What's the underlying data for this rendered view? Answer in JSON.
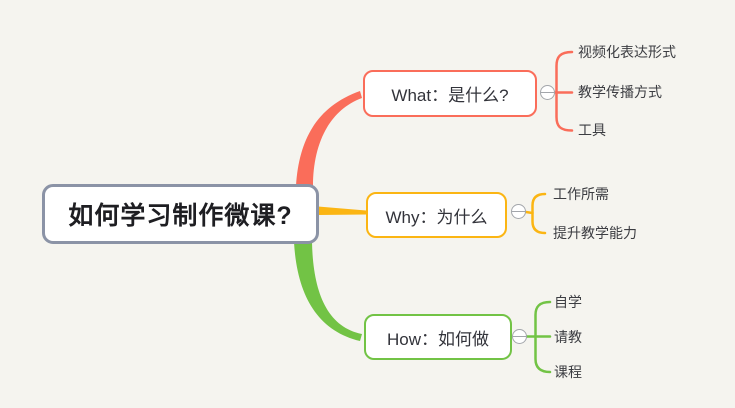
{
  "canvas": {
    "background_color": "#f5f4ef"
  },
  "root_topic": {
    "label": "如何学习制作微课?",
    "border_color": "#8b93a6",
    "text_color": "#1e1e22"
  },
  "toggle": {
    "icon": "collapse-minus-icon",
    "state": "expanded",
    "color": "#a3a6ab"
  },
  "branches": [
    {
      "key": "what",
      "label": "What：是什么?",
      "color": "#fa6d5a",
      "children": [
        "视频化表达形式",
        "教学传播方式",
        "工具"
      ]
    },
    {
      "key": "why",
      "label": "Why：为什么",
      "color": "#fbb513",
      "children": [
        "工作所需",
        "提升教学能力"
      ]
    },
    {
      "key": "how",
      "label": "How：如何做",
      "color": "#72c345",
      "children": [
        "自学",
        "请教",
        "课程"
      ]
    }
  ]
}
